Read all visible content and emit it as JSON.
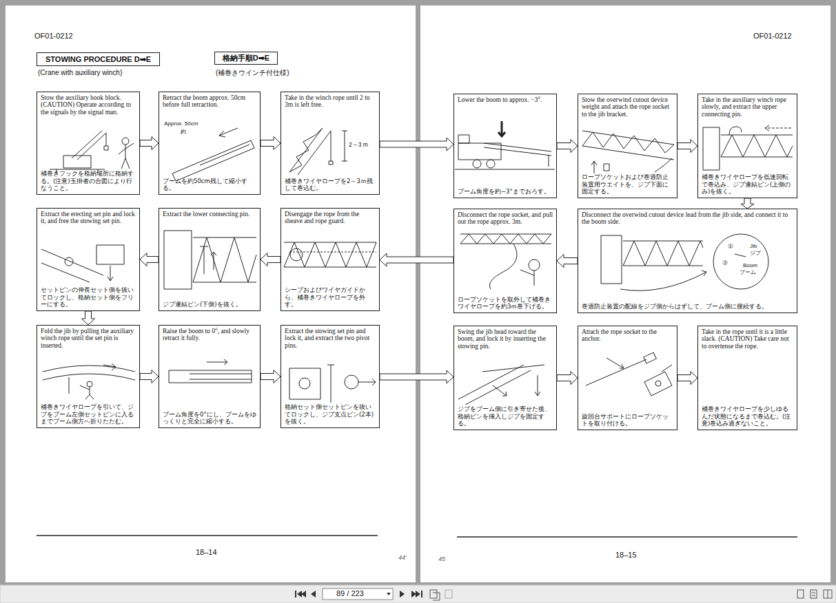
{
  "diagram": {
    "nodes": [
      {
        "text": [
          "STOWING PROCEDURE D➡E"
        ]
      },
      {
        "text": [
          "格納手順D➡E"
        ]
      },
      {
        "text": [
          "Stow the auxiliary hook block. (CAUTION) Operate according to the signals by the signal man.",
          "補巻きフックを格納場所に格納する。(注意)玉掛者の合図により行なうこと。"
        ]
      },
      {
        "text": [
          "Retract the boom approx. 50cm before full retraction.",
          "ブームを約50cm残して縮小する。"
        ]
      },
      {
        "text": [
          "Take in the winch rope until 2 to 3m is left free.",
          "補巻きワイヤロープを2～3ｍ残して巻込む。"
        ]
      },
      {
        "text": [
          "Disengage the rope from the sheave and rope guard.",
          "シーブおよびワイヤガイドから、補巻きワイヤロープを外す。"
        ]
      },
      {
        "text": [
          "Extract the lower connecting pin.",
          "ジブ連結ピン(下側)を抜く。"
        ]
      },
      {
        "text": [
          "Extract the erecting set pin and lock it, and free the stowing set pin.",
          "セットピンの伸長セット側を抜いてロックし、格納セット側をフリーにする。"
        ]
      },
      {
        "text": [
          "Fold the jib by pulling the auxiliary winch rope until the set pin is inserted.",
          "補巻きワイヤロープを引いて、ジブをブーム左側セットピンに入るまでブーム側方へ折りたたむ。"
        ]
      },
      {
        "text": [
          "Raise the boom to 0°, and slowly retract it fully.",
          "ブーム角度を0°にし、ブームをゆっくりと完全に縮小する。"
        ]
      },
      {
        "text": [
          "Extract the stowing set pin and lock it, and extract the two pivot pins.",
          "格納セット側セットピンを抜いてロックし、ジブ支点ピン(2本)を抜く。"
        ]
      },
      {
        "text": [
          "Lower the boom to approx. −3°.",
          "ブーム角度を約−3°までおろす。"
        ]
      },
      {
        "text": [
          "Stow the overwind cutout device weight and attach the rope socket to the jib bracket.",
          "ロープソケットおよび巻過防止装置用ウエイトを、ジブ下面に固定する。"
        ]
      },
      {
        "text": [
          "Take in the auxiliary winch rope slowly, and extract the upper connecting pin.",
          "補巻きワイヤロープを低速回転で巻込み、ジブ連結ピン(上側のみ)を抜く。"
        ]
      },
      {
        "text": [
          "Disconnect the overwind cutout device lead from the jib side, and connect it to the boom side.",
          "巻過防止装置の配線をジブ側からはずして、ブーム側に接続する。"
        ]
      },
      {
        "text": [
          "Disconnect the rope socket, and pull out the rope approx. 3m.",
          "ロープソケットを取外して補巻きワイヤロープを約3ｍ巻下げる。"
        ]
      },
      {
        "text": [
          "Swing the jib head toward the boom, and lock it by inserting the stowing pin.",
          "ジブをブーム側に引き寄せた後、格納ピンを挿入しジブを固定する。"
        ]
      },
      {
        "text": [
          "Attach the rope socket to the anchor.",
          "旋回台サポートにロープソケットを取り付ける。"
        ]
      },
      {
        "text": [
          "Take in the rope until it is a little slack. (CAUTION) Take care not to overtense the rope.",
          "補巻きワイヤロープを少しゆるんだ状態になるまで巻込む。(注意)巻込み過ぎないこと。"
        ]
      }
    ],
    "edges": [
      {
        "from": 2,
        "to": 3,
        "arrow": "to"
      },
      {
        "from": 3,
        "to": 4,
        "arrow": "to"
      },
      {
        "from": 4,
        "to": 11,
        "arrow": "to"
      },
      {
        "from": 11,
        "to": 12,
        "arrow": "to"
      },
      {
        "from": 12,
        "to": 13,
        "arrow": "to"
      },
      {
        "from": 13,
        "to": 14,
        "arrow": "to"
      },
      {
        "from": 14,
        "to": 15,
        "arrow": "to"
      },
      {
        "from": 15,
        "to": 5,
        "arrow": "to"
      },
      {
        "from": 5,
        "to": 6,
        "arrow": "to"
      },
      {
        "from": 6,
        "to": 7,
        "arrow": "to"
      },
      {
        "from": 7,
        "to": 8,
        "arrow": "to"
      },
      {
        "from": 8,
        "to": 9,
        "arrow": "to"
      },
      {
        "from": 9,
        "to": 10,
        "arrow": "to"
      },
      {
        "from": 10,
        "to": 16,
        "arrow": "to"
      },
      {
        "from": 16,
        "to": 17,
        "arrow": "to"
      },
      {
        "from": 17,
        "to": 18,
        "arrow": "to"
      }
    ],
    "labels": [
      "OF01-0212",
      "(Crane with auxiliary winch)",
      "(補巻きウインチ付仕様)",
      "Approx. 50cm",
      "約",
      "2～3 m",
      "18–14",
      "44'",
      "OF01-0212",
      "①",
      "Jib",
      "ジブ",
      "②",
      "Boom",
      "ブーム",
      "18–15",
      "45",
      "89 / 223"
    ]
  }
}
